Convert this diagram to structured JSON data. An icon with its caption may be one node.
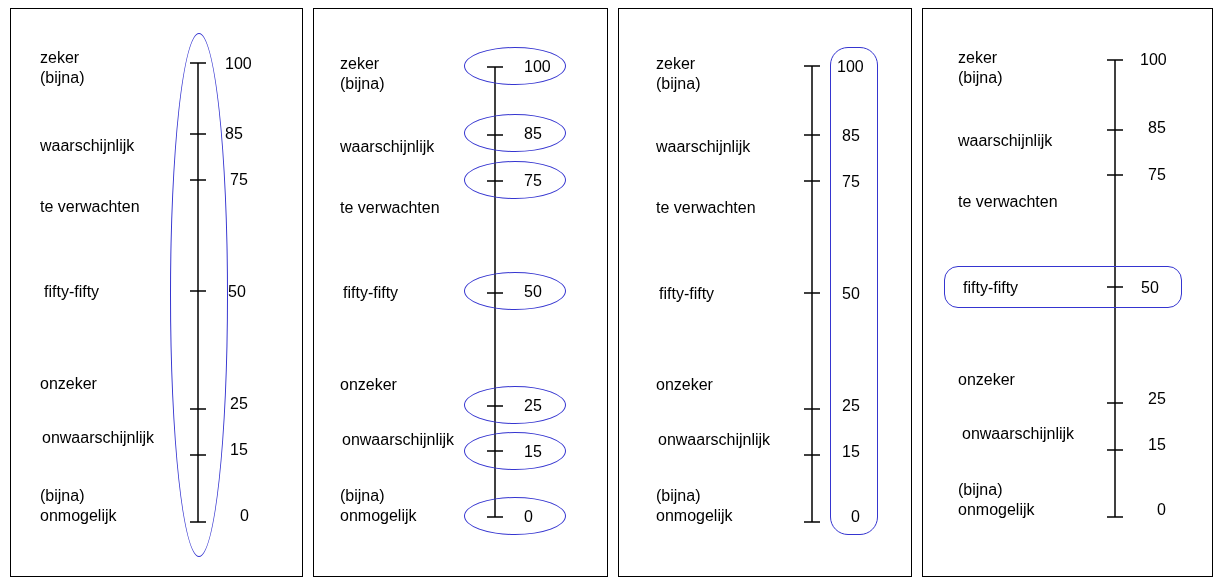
{
  "diagram": {
    "nodes": [
      {
        "text": [],
        "shape": "ellipse"
      },
      {
        "text": [
          "100"
        ]
      },
      {
        "text": [
          "85"
        ]
      },
      {
        "text": [
          "75"
        ]
      },
      {
        "text": [
          "50"
        ]
      },
      {
        "text": [
          "25"
        ]
      },
      {
        "text": [
          "15"
        ]
      },
      {
        "text": [
          "0"
        ]
      },
      {
        "text": [
          "100",
          "85",
          "75",
          "50",
          "25",
          "15",
          "0"
        ]
      },
      {
        "text": [
          "fifty-fifty",
          "50"
        ]
      }
    ],
    "edges": [],
    "labels": [
      "zeker (bijna)",
      "100",
      "waarschijnlijk",
      "85",
      "75",
      "te verwachten",
      "fifty-fifty",
      "50",
      "onzeker",
      "25",
      "onwaarschijnlijk",
      "15",
      "(bijna) onmogelijk",
      "0",
      "zeker (bijna)",
      "waarschijnlijk",
      "te verwachten",
      "fifty-fifty",
      "onzeker",
      "onwaarschijnlijk",
      "(bijna) onmogelijk",
      "zeker (bijna)",
      "waarschijnlijk",
      "te verwachten",
      "fifty-fifty",
      "onzeker",
      "onwaarschijnlijk",
      "(bijna) onmogelijk",
      "zeker (bijna)",
      "100",
      "waarschijnlijk",
      "85",
      "75",
      "te verwachten",
      "onzeker",
      "25",
      "onwaarschijnlijk",
      "15",
      "(bijna) onmogelijk",
      "0"
    ]
  }
}
